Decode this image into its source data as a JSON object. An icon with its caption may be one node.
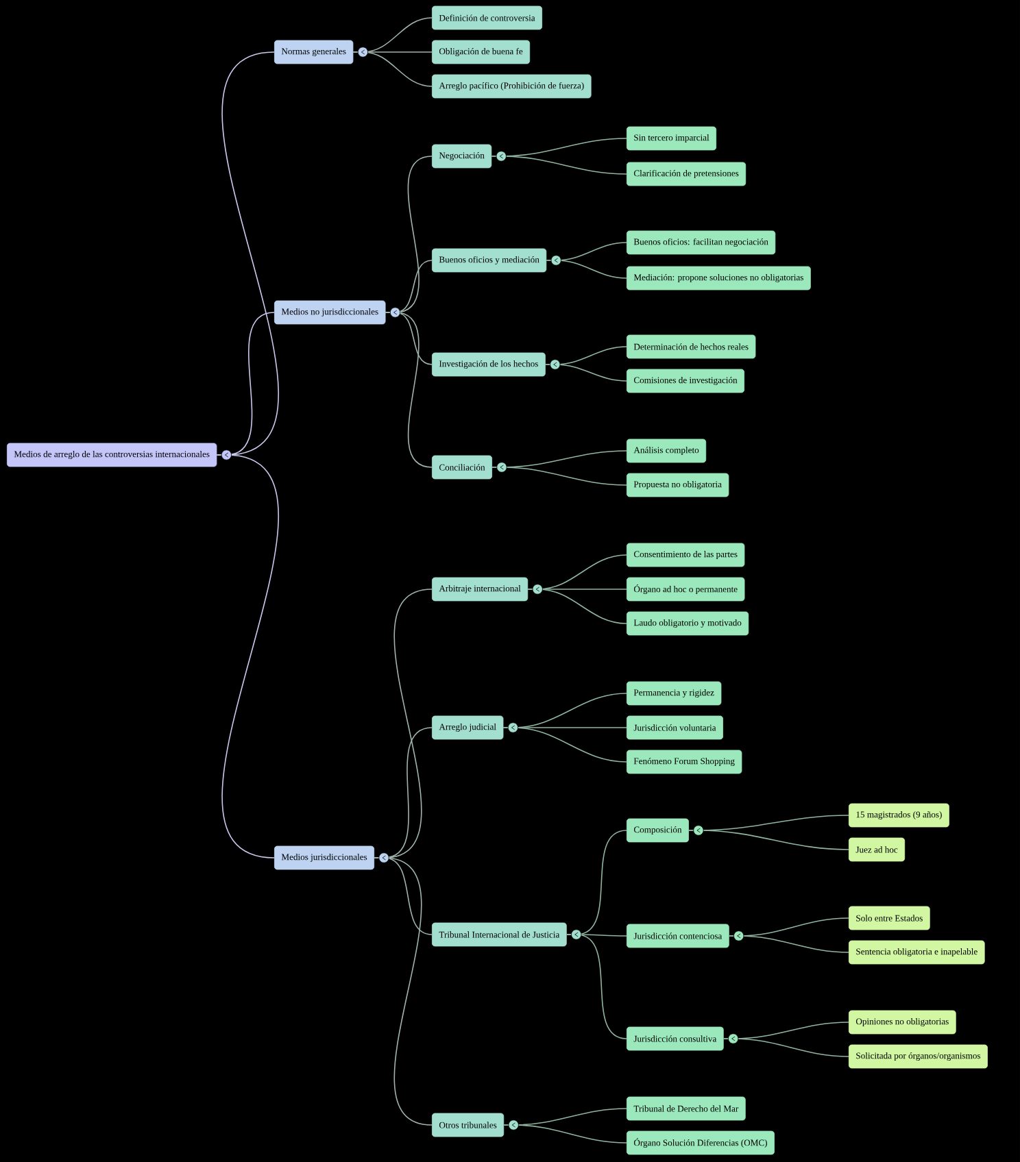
{
  "diagram": {
    "nodes": [
      {
        "text": [
          "Medios de arreglo de las controversias internacionales"
        ]
      },
      {
        "text": [
          "Normas generales"
        ]
      },
      {
        "text": [
          "Definición de controversia"
        ]
      },
      {
        "text": [
          "Obligación de buena fe"
        ]
      },
      {
        "text": [
          "Arreglo pacífico (Prohibición de fuerza)"
        ]
      },
      {
        "text": [
          "Medios no jurisdiccionales"
        ]
      },
      {
        "text": [
          "Negociación"
        ]
      },
      {
        "text": [
          "Sin tercero imparcial"
        ]
      },
      {
        "text": [
          "Clarificación de pretensiones"
        ]
      },
      {
        "text": [
          "Buenos oficios y mediación"
        ]
      },
      {
        "text": [
          "Buenos oficios: facilitan negociación"
        ]
      },
      {
        "text": [
          "Mediación: propone soluciones no obligatorias"
        ]
      },
      {
        "text": [
          "Investigación de los hechos"
        ]
      },
      {
        "text": [
          "Determinación de hechos reales"
        ]
      },
      {
        "text": [
          "Comisiones de investigación"
        ]
      },
      {
        "text": [
          "Conciliación"
        ]
      },
      {
        "text": [
          "Análisis completo"
        ]
      },
      {
        "text": [
          "Propuesta no obligatoria"
        ]
      },
      {
        "text": [
          "Medios jurisdiccionales"
        ]
      },
      {
        "text": [
          "Arbitraje internacional"
        ]
      },
      {
        "text": [
          "Consentimiento de las partes"
        ]
      },
      {
        "text": [
          "Órgano ad hoc o permanente"
        ]
      },
      {
        "text": [
          "Laudo obligatorio y motivado"
        ]
      },
      {
        "text": [
          "Arreglo judicial"
        ]
      },
      {
        "text": [
          "Permanencia y rigidez"
        ]
      },
      {
        "text": [
          "Jurisdicción voluntaria"
        ]
      },
      {
        "text": [
          "Fenómeno Forum Shopping"
        ]
      },
      {
        "text": [
          "Tribunal Internacional de Justicia"
        ]
      },
      {
        "text": [
          "Composición"
        ]
      },
      {
        "text": [
          "15 magistrados (9 años)"
        ]
      },
      {
        "text": [
          "Juez ad hoc"
        ]
      },
      {
        "text": [
          "Jurisdicción contenciosa"
        ]
      },
      {
        "text": [
          "Solo entre Estados"
        ]
      },
      {
        "text": [
          "Sentencia obligatoria e inapelable"
        ]
      },
      {
        "text": [
          "Jurisdicción consultiva"
        ]
      },
      {
        "text": [
          "Opiniones no obligatorias"
        ]
      },
      {
        "text": [
          "Solicitada por órganos/organismos"
        ]
      },
      {
        "text": [
          "Otros tribunales"
        ]
      },
      {
        "text": [
          "Tribunal de Derecho del Mar"
        ]
      },
      {
        "text": [
          "Órgano Solución Diferencias (OMC)"
        ]
      }
    ],
    "edges": [
      {
        "from": 0,
        "to": 1,
        "arrow": "none"
      },
      {
        "from": 0,
        "to": 5,
        "arrow": "none"
      },
      {
        "from": 0,
        "to": 18,
        "arrow": "none"
      },
      {
        "from": 1,
        "to": 2,
        "arrow": "none"
      },
      {
        "from": 1,
        "to": 3,
        "arrow": "none"
      },
      {
        "from": 1,
        "to": 4,
        "arrow": "none"
      },
      {
        "from": 5,
        "to": 6,
        "arrow": "none"
      },
      {
        "from": 5,
        "to": 9,
        "arrow": "none"
      },
      {
        "from": 5,
        "to": 12,
        "arrow": "none"
      },
      {
        "from": 5,
        "to": 15,
        "arrow": "none"
      },
      {
        "from": 6,
        "to": 7,
        "arrow": "none"
      },
      {
        "from": 6,
        "to": 8,
        "arrow": "none"
      },
      {
        "from": 9,
        "to": 10,
        "arrow": "none"
      },
      {
        "from": 9,
        "to": 11,
        "arrow": "none"
      },
      {
        "from": 12,
        "to": 13,
        "arrow": "none"
      },
      {
        "from": 12,
        "to": 14,
        "arrow": "none"
      },
      {
        "from": 15,
        "to": 16,
        "arrow": "none"
      },
      {
        "from": 15,
        "to": 17,
        "arrow": "none"
      },
      {
        "from": 18,
        "to": 19,
        "arrow": "none"
      },
      {
        "from": 18,
        "to": 23,
        "arrow": "none"
      },
      {
        "from": 18,
        "to": 27,
        "arrow": "none"
      },
      {
        "from": 18,
        "to": 37,
        "arrow": "none"
      },
      {
        "from": 19,
        "to": 20,
        "arrow": "none"
      },
      {
        "from": 19,
        "to": 21,
        "arrow": "none"
      },
      {
        "from": 19,
        "to": 22,
        "arrow": "none"
      },
      {
        "from": 23,
        "to": 24,
        "arrow": "none"
      },
      {
        "from": 23,
        "to": 25,
        "arrow": "none"
      },
      {
        "from": 23,
        "to": 26,
        "arrow": "none"
      },
      {
        "from": 27,
        "to": 28,
        "arrow": "none"
      },
      {
        "from": 27,
        "to": 31,
        "arrow": "none"
      },
      {
        "from": 27,
        "to": 34,
        "arrow": "none"
      },
      {
        "from": 28,
        "to": 29,
        "arrow": "none"
      },
      {
        "from": 28,
        "to": 30,
        "arrow": "none"
      },
      {
        "from": 31,
        "to": 32,
        "arrow": "none"
      },
      {
        "from": 31,
        "to": 33,
        "arrow": "none"
      },
      {
        "from": 34,
        "to": 35,
        "arrow": "none"
      },
      {
        "from": 34,
        "to": 36,
        "arrow": "none"
      },
      {
        "from": 37,
        "to": 38,
        "arrow": "none"
      },
      {
        "from": 37,
        "to": 39,
        "arrow": "none"
      }
    ]
  }
}
